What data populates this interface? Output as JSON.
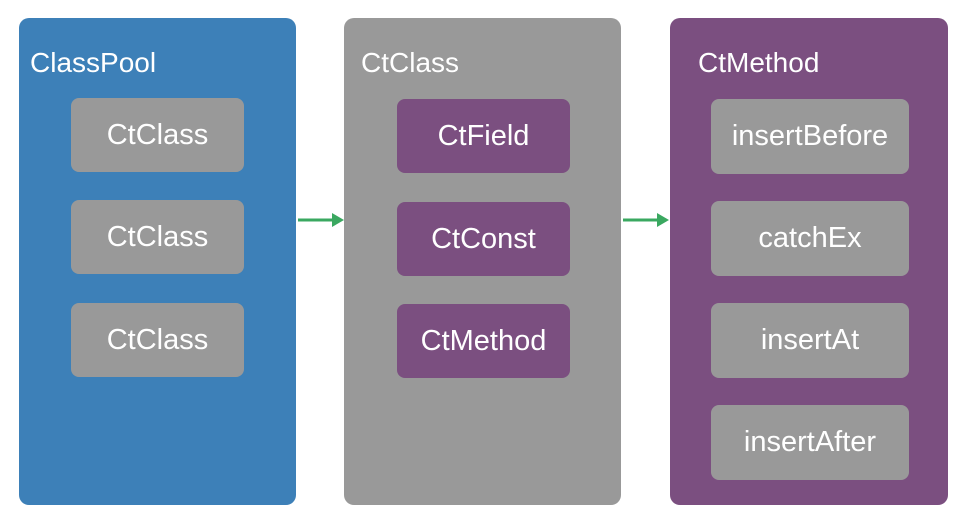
{
  "colors": {
    "blue": "#3d80b8",
    "gray": "#999999",
    "purple": "#7b4f80",
    "arrow": "#3aa860"
  },
  "panels": {
    "classpool": {
      "title": "ClassPool",
      "items": [
        "CtClass",
        "CtClass",
        "CtClass"
      ]
    },
    "ctclass": {
      "title": "CtClass",
      "items": [
        "CtField",
        "CtConst",
        "CtMethod"
      ]
    },
    "ctmethod": {
      "title": "CtMethod",
      "items": [
        "insertBefore",
        "catchEx",
        "insertAt",
        "insertAfter"
      ]
    }
  }
}
